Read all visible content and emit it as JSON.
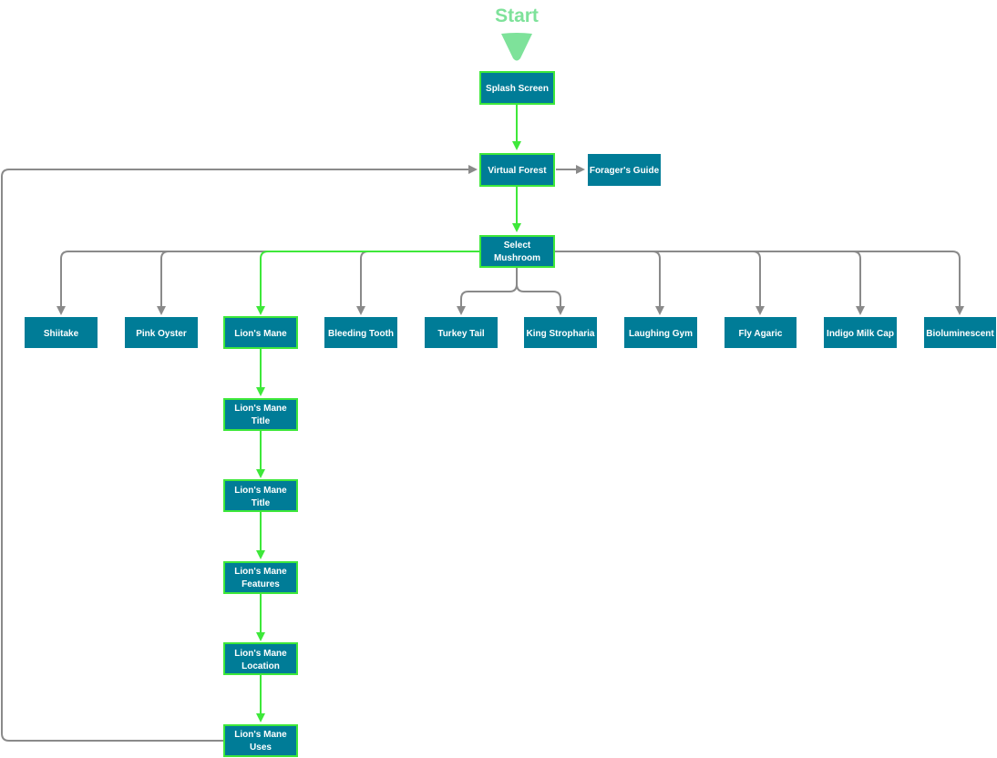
{
  "start": {
    "label": "Start"
  },
  "nodes": {
    "splash_screen": {
      "label": [
        "Splash Screen"
      ]
    },
    "virtual_forest": {
      "label": [
        "Virtual Forest"
      ]
    },
    "foragers_guide": {
      "label": [
        "Forager's Guide"
      ]
    },
    "select_mushroom": {
      "label": [
        "Select",
        "Mushroom"
      ]
    },
    "shiitake": {
      "label": [
        "Shiitake"
      ]
    },
    "pink_oyster": {
      "label": [
        "Pink Oyster"
      ]
    },
    "lions_mane": {
      "label": [
        "Lion's Mane"
      ]
    },
    "bleeding_tooth": {
      "label": [
        "Bleeding Tooth"
      ]
    },
    "turkey_tail": {
      "label": [
        "Turkey Tail"
      ]
    },
    "king_stropharia": {
      "label": [
        "King Stropharia"
      ]
    },
    "laughing_gym": {
      "label": [
        "Laughing Gym"
      ]
    },
    "fly_agaric": {
      "label": [
        "Fly Agaric"
      ]
    },
    "indigo_milk_cap": {
      "label": [
        "Indigo Milk Cap"
      ]
    },
    "bioluminescent": {
      "label": [
        "Bioluminescent"
      ]
    },
    "lions_mane_title_1": {
      "label": [
        "Lion's Mane",
        "Title"
      ]
    },
    "lions_mane_title_2": {
      "label": [
        "Lion's Mane",
        "Title"
      ]
    },
    "lions_mane_features": {
      "label": [
        "Lion's Mane",
        "Features"
      ]
    },
    "lions_mane_location": {
      "label": [
        "Lion's Mane",
        "Location"
      ]
    },
    "lions_mane_uses": {
      "label": [
        "Lion's Mane",
        "Uses"
      ]
    }
  },
  "colors": {
    "node_fill": "#007c97",
    "highlight": "#3ee83a",
    "connector": "#8a8a8a",
    "start": "#7ee29a"
  }
}
